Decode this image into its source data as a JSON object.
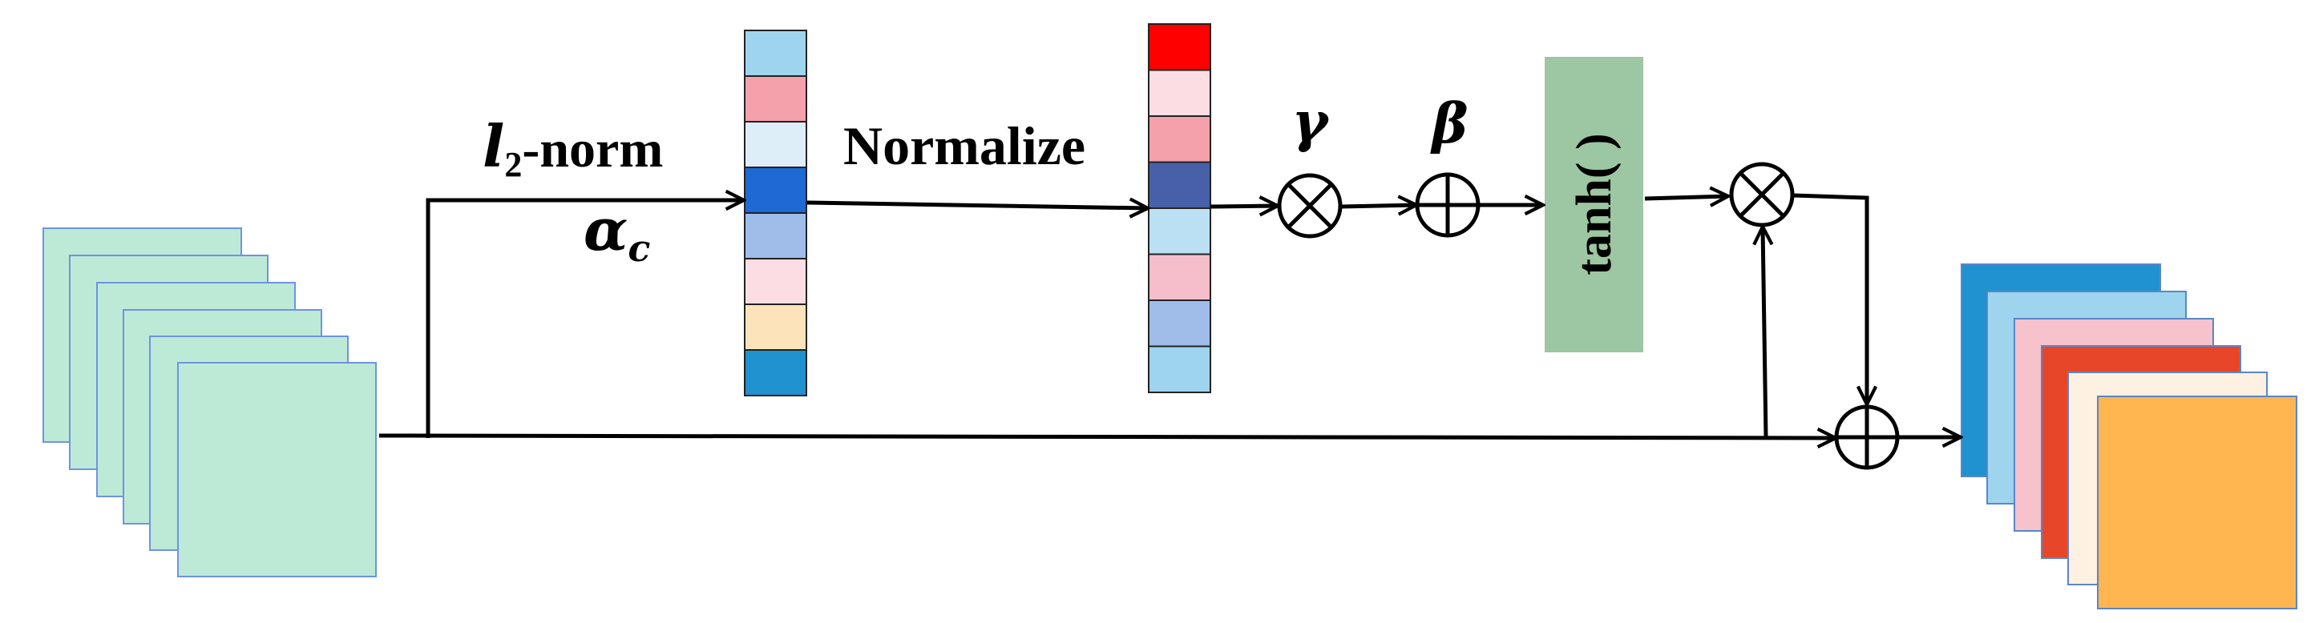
{
  "labels": {
    "l2norm_base": "l",
    "l2norm_sub": "2",
    "l2norm_rest": "-norm",
    "alpha_base": "α",
    "alpha_sub": "c",
    "normalize": "Normalize",
    "gamma": "γ",
    "beta": "β",
    "tanh": "tanh( )"
  },
  "vectors": {
    "alpha_vector": [
      "#9ED4EE",
      "#F4A1AC",
      "#DDEEF8",
      "#1F69D4",
      "#A0BDEA",
      "#FCDDE3",
      "#FDE3B9",
      "#1F92CF"
    ],
    "normalized_vector": [
      "#FF0000",
      "#FCDDE3",
      "#F4A1AC",
      "#4860A8",
      "#BBE0F4",
      "#F6BECA",
      "#A0BDEA",
      "#9ED4EE"
    ]
  },
  "colors": {
    "input_fill": "#BDEAD6",
    "input_border": "#6F93E4",
    "tanh_fill": "#9DC6A2",
    "output_layers": [
      "#1F92CF",
      "#9ED4EE",
      "#F6C2CC",
      "#E84628",
      "#FFF1E1",
      "#FFB650"
    ]
  },
  "icons": {
    "multiply": "circled-times-icon",
    "add": "circled-plus-icon"
  }
}
